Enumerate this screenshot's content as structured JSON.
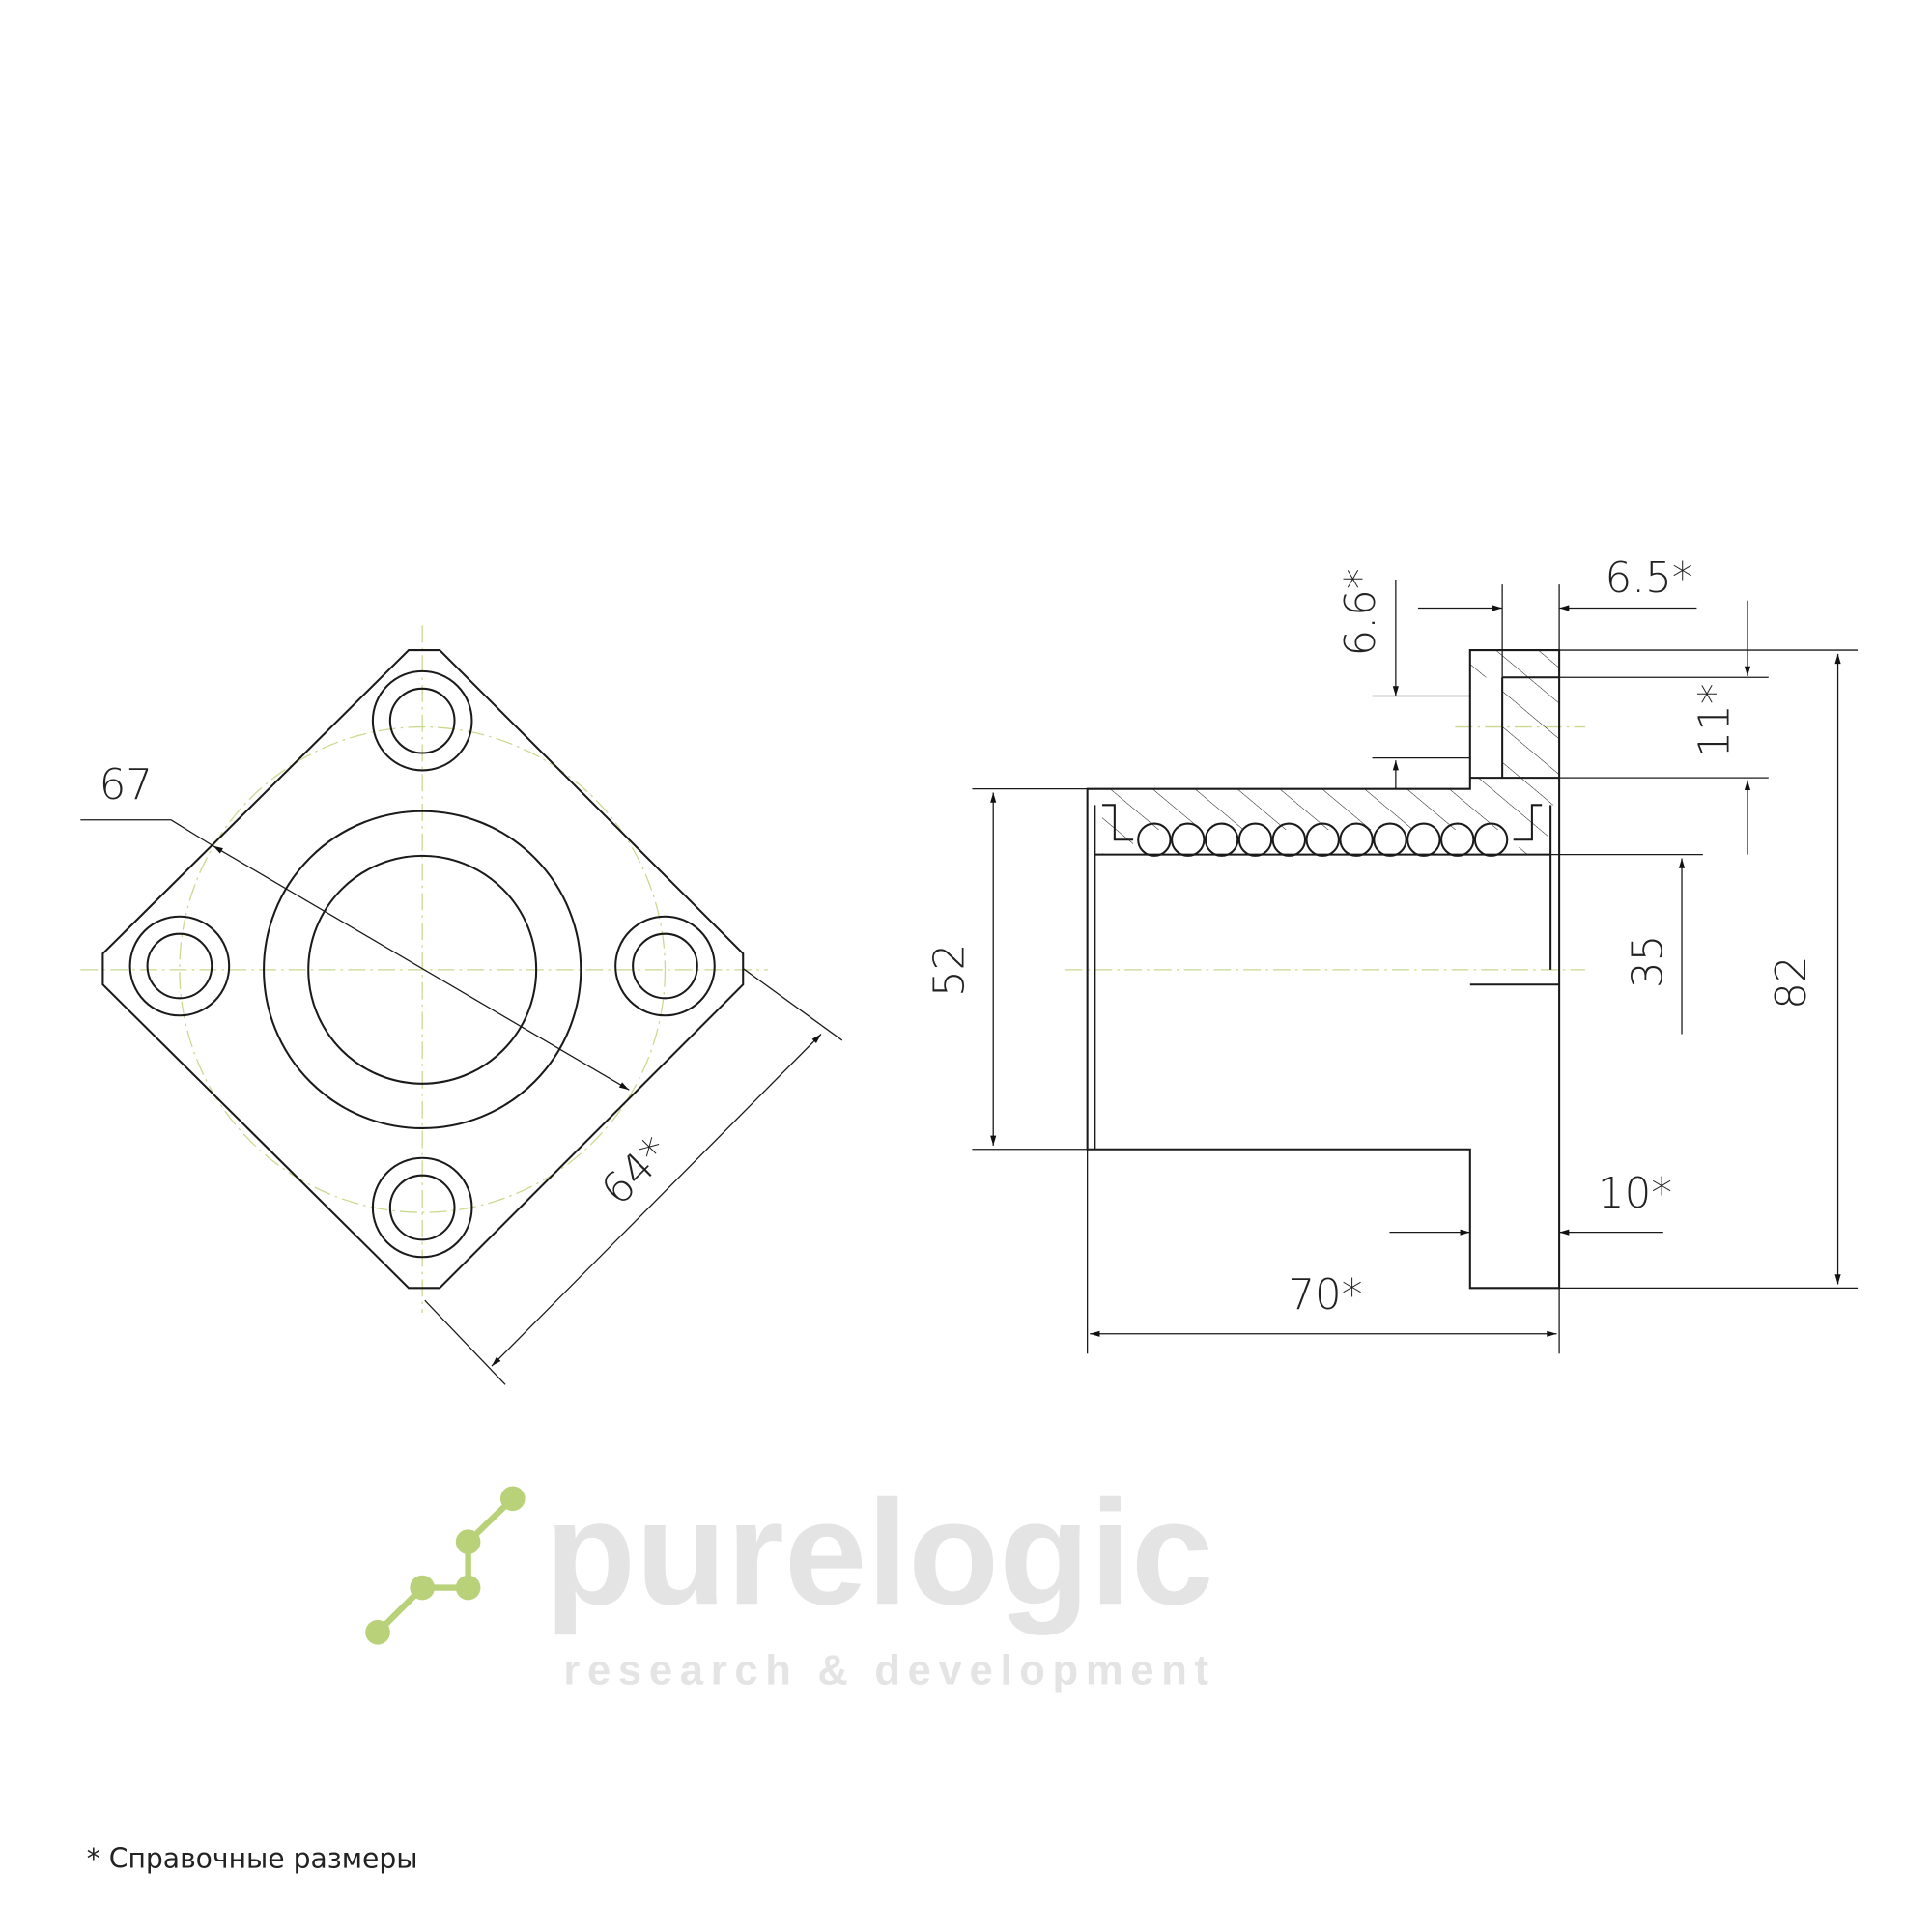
{
  "dimensions": {
    "front_diagonal": "67",
    "front_square": "64*",
    "sleeve_diameter": "52",
    "flange_hole": "6.6*",
    "flange_thickness_top": "6.5*",
    "counterbore": "11*",
    "bore": "35",
    "flange_height": "82",
    "flange_width": "10*",
    "length": "70*"
  },
  "watermark": {
    "brand": "purelogic",
    "tagline": "research & development"
  },
  "note": "* Справочные размеры",
  "colors": {
    "line": "#1a1a1a",
    "centerline": "#c9d98f",
    "logo": "#b9d27a"
  }
}
